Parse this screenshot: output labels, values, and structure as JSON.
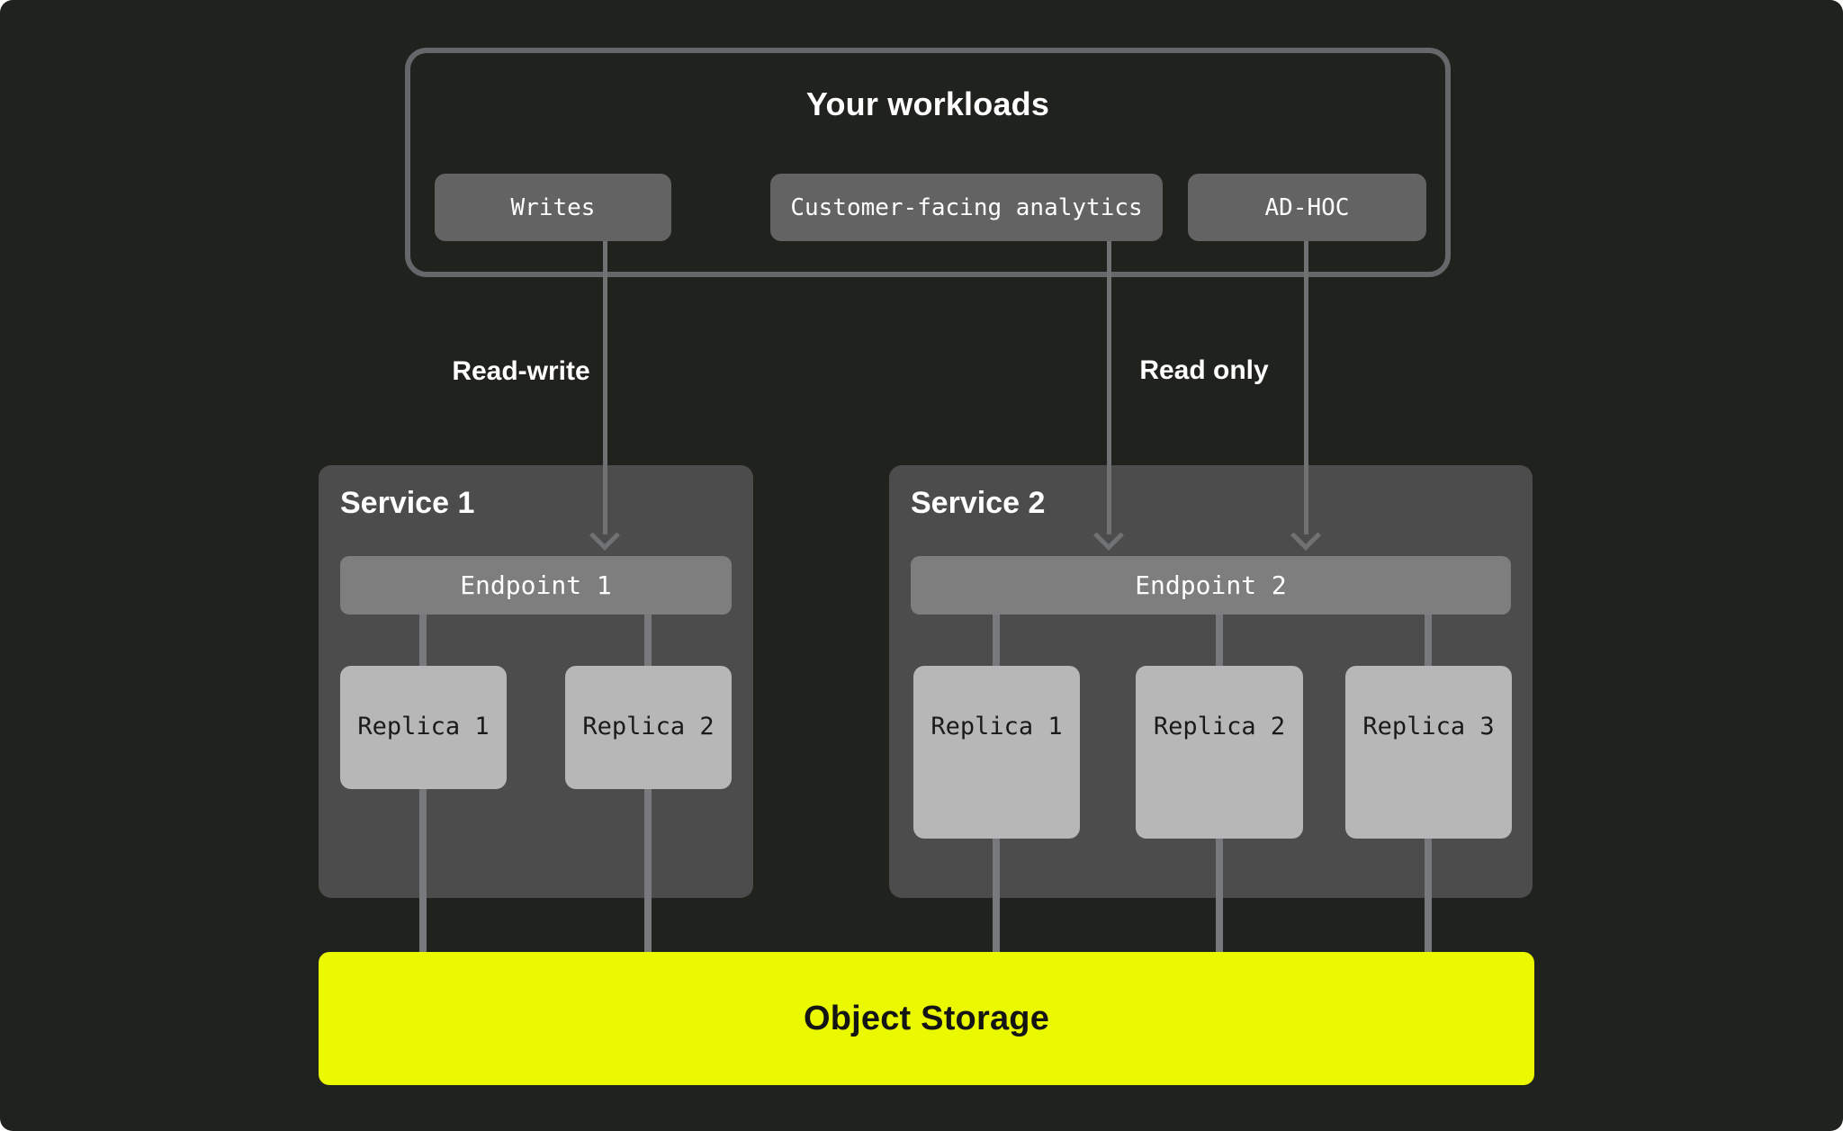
{
  "diagram": {
    "workloads": {
      "title": "Your workloads",
      "items": [
        {
          "label": "Writes"
        },
        {
          "label": "Customer-facing analytics"
        },
        {
          "label": "AD-HOC"
        }
      ]
    },
    "flows": {
      "read_write": "Read-write",
      "read_only": "Read only"
    },
    "services": [
      {
        "title": "Service 1",
        "endpoint": "Endpoint 1",
        "replicas": [
          "Replica 1",
          "Replica 2"
        ]
      },
      {
        "title": "Service 2",
        "endpoint": "Endpoint 2",
        "replicas": [
          "Replica 1",
          "Replica 2",
          "Replica 3"
        ]
      }
    ],
    "storage": {
      "label": "Object Storage"
    },
    "colors": {
      "background": "#20221D",
      "service_panel": "#4C4C4C",
      "workload_node": "#636363",
      "endpoint_bar": "#7E7E7E",
      "replica_node": "#B7B7B7",
      "accent_yellow": "#EAF800",
      "line_gray": "#6F7173",
      "group_border": "#65676B",
      "text_light": "#FFFFFF",
      "text_dark": "#1A1A1A"
    }
  }
}
